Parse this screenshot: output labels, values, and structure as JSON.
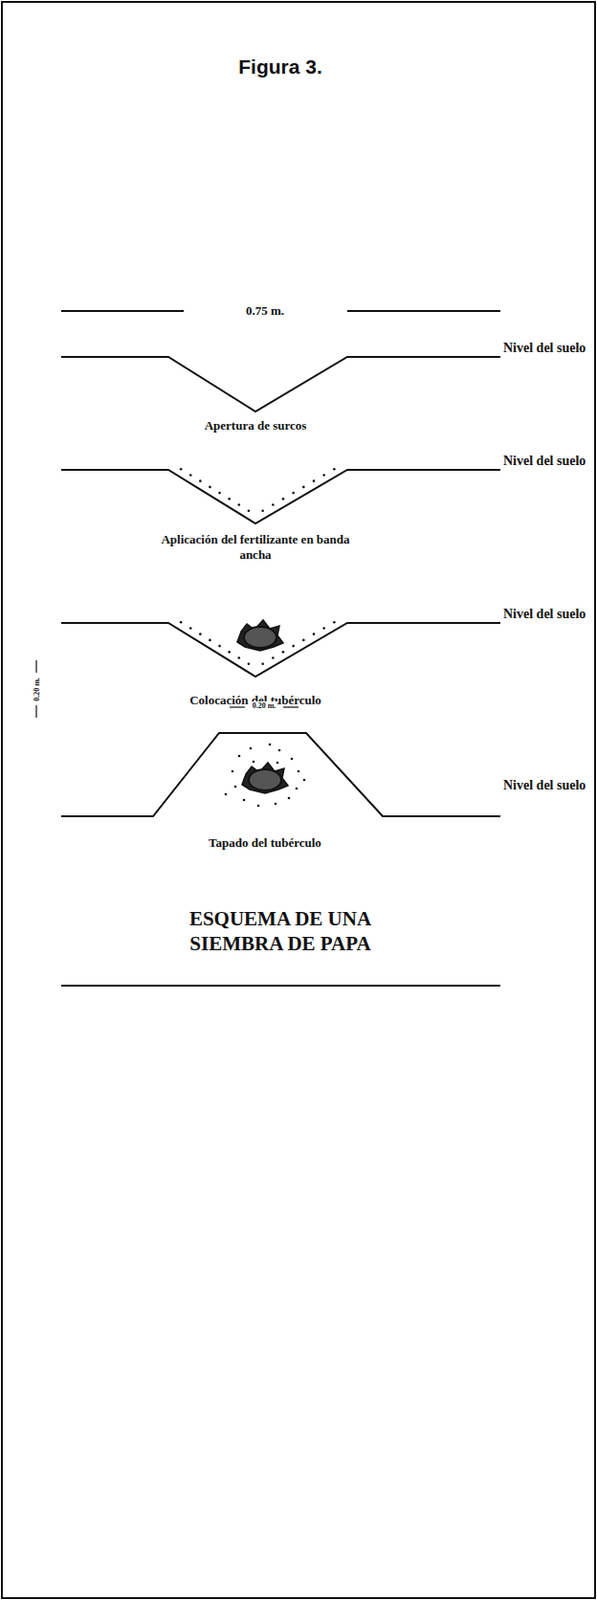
{
  "diagram": {
    "title": "Figura 3.",
    "caption": "ESQUEMA DE UNA SIEMBRA DE PAPA",
    "labels": [
      "0.75 m.",
      "Nivel del suelo",
      "Apertura de surcos",
      "Nivel del suelo",
      "Aplicación del fertilizante en banda ancha",
      "Nivel del suelo",
      "Colocación del tubérculo",
      "0.20 m.",
      "0.20 m.",
      "Nivel del suelo",
      "Tapado del tubérculo"
    ]
  }
}
